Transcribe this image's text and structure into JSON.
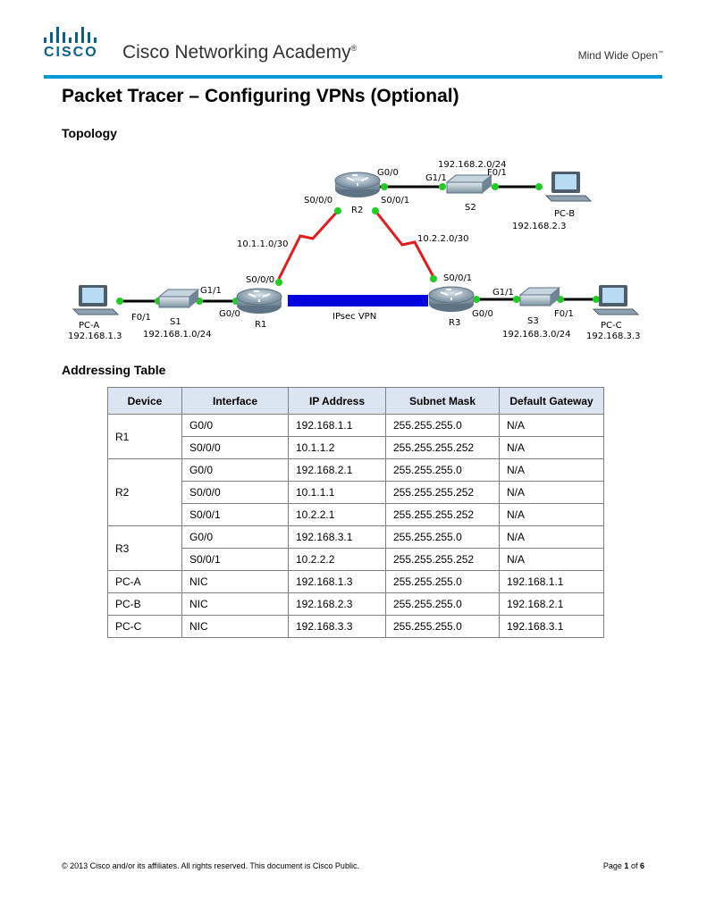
{
  "header": {
    "brand_mark": "CISCO",
    "academy": "Cisco Networking Academy",
    "registered": "®",
    "tagline": "Mind Wide Open",
    "trademark": "™",
    "accent_color": "#0099d8"
  },
  "title": "Packet Tracer – Configuring VPNs (Optional)",
  "topology_heading": "Topology",
  "topology": {
    "devices": {
      "r1": "R1",
      "r2": "R2",
      "r3": "R3",
      "s1": "S1",
      "s2": "S2",
      "s3": "S3",
      "pca": "PC-A",
      "pcb": "PC-B",
      "pcc": "PC-C"
    },
    "addresses": {
      "pca": "192.168.1.3",
      "pcb": "192.168.2.3",
      "pcc": "192.168.3.3",
      "lan1": "192.168.1.0/24",
      "lan2": "192.168.2.0/24",
      "lan3": "192.168.3.0/24",
      "wan12": "10.1.1.0/30",
      "wan23": "10.2.2.0/30"
    },
    "ports": {
      "r2_g00": "G0/0",
      "r2_s000": "S0/0/0",
      "r2_s001": "S0/0/1",
      "s2_g11": "G1/1",
      "s2_f01": "F0/1",
      "r1_s000": "S0/0/0",
      "r1_g00": "G0/0",
      "s1_g11": "G1/1",
      "s1_f01": "F0/1",
      "r3_s001": "S0/0/1",
      "r3_g00": "G0/0",
      "s3_g11": "G1/1",
      "s3_f01": "F0/1"
    },
    "vpn_label": "IPsec VPN"
  },
  "addressing_heading": "Addressing Table",
  "table": {
    "headers": [
      "Device",
      "Interface",
      "IP Address",
      "Subnet Mask",
      "Default Gateway"
    ],
    "groups": [
      {
        "device": "R1",
        "rows": [
          [
            "G0/0",
            "192.168.1.1",
            "255.255.255.0",
            "N/A"
          ],
          [
            "S0/0/0",
            "10.1.1.2",
            "255.255.255.252",
            "N/A"
          ]
        ]
      },
      {
        "device": "R2",
        "rows": [
          [
            "G0/0",
            "192.168.2.1",
            "255.255.255.0",
            "N/A"
          ],
          [
            "S0/0/0",
            "10.1.1.1",
            "255.255.255.252",
            "N/A"
          ],
          [
            "S0/0/1",
            "10.2.2.1",
            "255.255.255.252",
            "N/A"
          ]
        ]
      },
      {
        "device": "R3",
        "rows": [
          [
            "G0/0",
            "192.168.3.1",
            "255.255.255.0",
            "N/A"
          ],
          [
            "S0/0/1",
            "10.2.2.2",
            "255.255.255.252",
            "N/A"
          ]
        ]
      },
      {
        "device": "PC-A",
        "rows": [
          [
            "NIC",
            "192.168.1.3",
            "255.255.255.0",
            "192.168.1.1"
          ]
        ]
      },
      {
        "device": "PC-B",
        "rows": [
          [
            "NIC",
            "192.168.2.3",
            "255.255.255.0",
            "192.168.2.1"
          ]
        ]
      },
      {
        "device": "PC-C",
        "rows": [
          [
            "NIC",
            "192.168.3.3",
            "255.255.255.0",
            "192.168.3.1"
          ]
        ]
      }
    ]
  },
  "footer": {
    "copyright": "© 2013 Cisco and/or its affiliates. All rights reserved. This document is Cisco Public.",
    "page_word": "Page",
    "page_num": "1",
    "of_word": "of",
    "page_total": "6"
  }
}
